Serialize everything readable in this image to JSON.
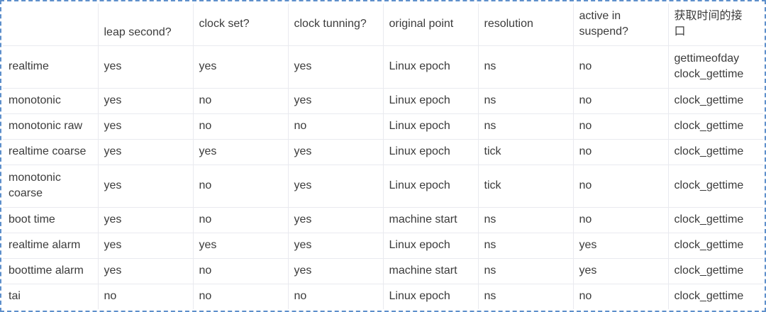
{
  "style": {
    "frame_border_color": "#5e8fcb",
    "grid_line_color": "#e9eaef",
    "text_color": "#3b3b3b",
    "background_color": "#ffffff"
  },
  "table": {
    "headers": [
      "",
      "leap second?",
      "clock set?",
      "clock tunning?",
      "original point",
      "resolution",
      "active in suspend?",
      "获取时间的接口"
    ],
    "rows": [
      {
        "label": "realtime",
        "cells": [
          "yes",
          "yes",
          "yes",
          "Linux epoch",
          "ns",
          "no",
          "gettimeofday\nclock_gettime"
        ]
      },
      {
        "label": "monotonic",
        "cells": [
          "yes",
          "no",
          "yes",
          "Linux epoch",
          "ns",
          "no",
          "clock_gettime"
        ]
      },
      {
        "label": "monotonic raw",
        "cells": [
          "yes",
          "no",
          "no",
          "Linux epoch",
          "ns",
          "no",
          "clock_gettime"
        ]
      },
      {
        "label": "realtime coarse",
        "cells": [
          "yes",
          "yes",
          "yes",
          "Linux epoch",
          "tick",
          "no",
          "clock_gettime"
        ]
      },
      {
        "label": "monotonic coarse",
        "cells": [
          "yes",
          "no",
          "yes",
          "Linux epoch",
          "tick",
          "no",
          "clock_gettime"
        ]
      },
      {
        "label": "boot time",
        "cells": [
          "yes",
          "no",
          "yes",
          "machine start",
          "ns",
          "no",
          "clock_gettime"
        ]
      },
      {
        "label": "realtime alarm",
        "cells": [
          "yes",
          "yes",
          "yes",
          "Linux epoch",
          "ns",
          "yes",
          "clock_gettime"
        ]
      },
      {
        "label": "boottime alarm",
        "cells": [
          "yes",
          "no",
          "yes",
          "machine start",
          "ns",
          "yes",
          "clock_gettime"
        ]
      },
      {
        "label": "tai",
        "cells": [
          "no",
          "no",
          "no",
          "Linux epoch",
          "ns",
          "no",
          "clock_gettime"
        ]
      }
    ]
  }
}
